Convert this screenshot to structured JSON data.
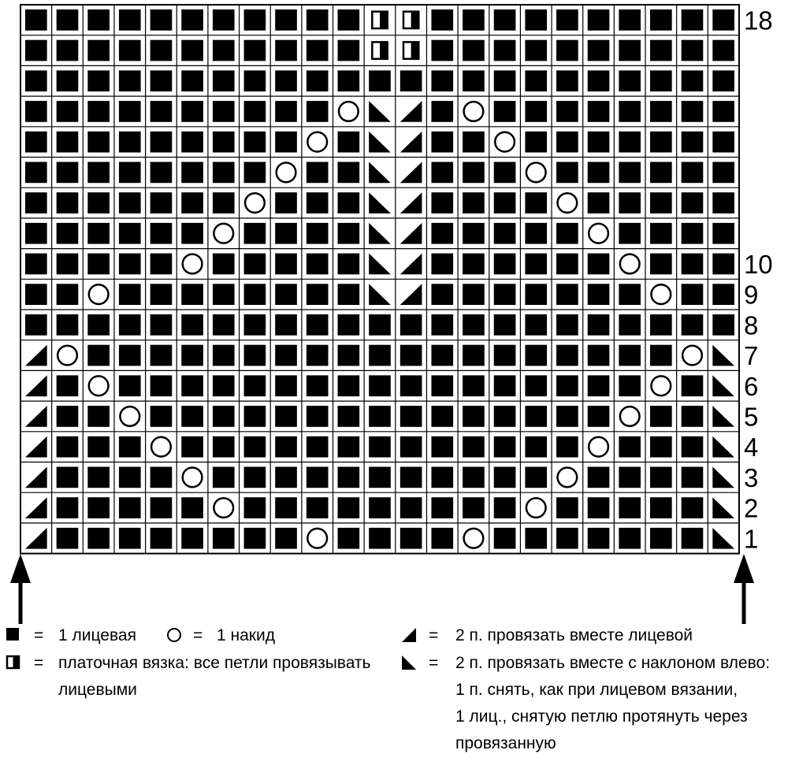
{
  "chart_data": {
    "type": "table",
    "chart_kind": "knitting-chart",
    "columns": 23,
    "rows": 18,
    "cell_symbols": {
      "K": "knit",
      "O": "yarn-over",
      "R": "k2tog",
      "L": "ssk",
      "G": "garter"
    },
    "grid_rows": [
      "KKKKKKKKKKKGGKKKKKKKKKK",
      "KKKKKKKKKKKGGKKKKKKKKKK",
      "KKKKKKKKKKKKKKKKKKKKKKK",
      "KKKKKKKKKKOLRKOKKKKKKKK",
      "KKKKKKKKKOKLRKKOKKKKKKK",
      "KKKKKKKKOKKLRKKKOKKKKKK",
      "KKKKKKKOKKKLRKKKKOKKKKK",
      "KKKKKKOKKKKLRKKKKKOKKKK",
      "KKKKKOKKKKKLRKKKKKKOKKK",
      "KKOKKKKKKKKLRKKKKKKKOKK",
      "KKKKKKKKKKKKKKKKKKKKKKK",
      "ROKKKKKKKKKKKKKKKKKKKOL",
      "RKOKKKKKKKKKKKKKKKKKOKL",
      "RKKOKKKKKKKKKKKKKKKOKKL",
      "RKKKOKKKKKKKKKKKKKOKKKL",
      "RKKKKOKKKKKKKKKKKOKKKKL",
      "RKKKKKOKKKKKKKKKOKKKKKL",
      "RKKKKKKKKOKKKKOKKKKKKKL"
    ],
    "row_labels": [
      {
        "row": 18,
        "text": "18"
      },
      {
        "row": 10,
        "text": "10"
      },
      {
        "row": 9,
        "text": "9"
      },
      {
        "row": 8,
        "text": "8"
      },
      {
        "row": 7,
        "text": "7"
      },
      {
        "row": 6,
        "text": "6"
      },
      {
        "row": 5,
        "text": "5"
      },
      {
        "row": 4,
        "text": "4"
      },
      {
        "row": 3,
        "text": "3"
      },
      {
        "row": 2,
        "text": "2"
      },
      {
        "row": 1,
        "text": "1"
      }
    ],
    "arrows": [
      "left",
      "right"
    ]
  },
  "legend": {
    "knit": {
      "equals": "=",
      "text": "1 лицевая"
    },
    "yarn_over": {
      "equals": "=",
      "text": "1 накид"
    },
    "garter": {
      "equals": "=",
      "lines": [
        "платочная вязка: все петли провязывать",
        "лицевыми"
      ]
    },
    "k2tog": {
      "equals": "=",
      "text": "2 п. провязать вместе лицевой"
    },
    "ssk": {
      "equals": "=",
      "lines": [
        "2 п. провязать вместе с наклоном влево:",
        "1 п. снять, как при лицевом вязании,",
        "1 лиц., снятую петлю протянуть через",
        "провязанную"
      ]
    }
  },
  "colors": {
    "ink": "#000000",
    "paper": "#ffffff"
  }
}
